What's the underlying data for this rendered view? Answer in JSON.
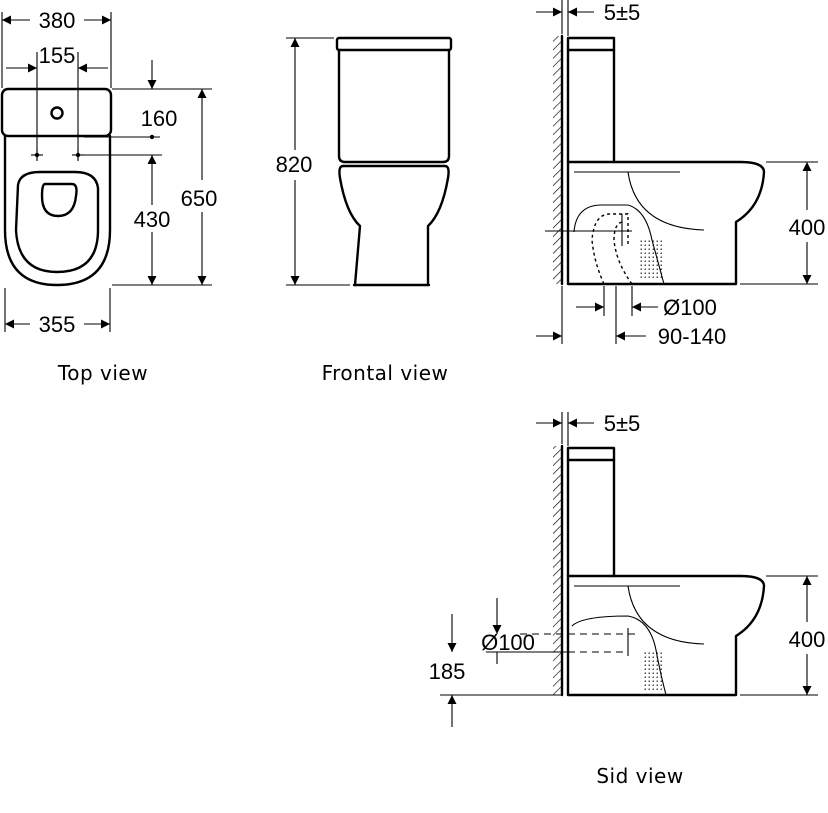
{
  "views": {
    "top": {
      "caption": "Top view",
      "dims": {
        "width_top": "380",
        "holes": "155",
        "hole_offset": "160",
        "hole_to_front": "430",
        "length": "650",
        "width_base": "355"
      }
    },
    "front": {
      "caption": "Frontal view",
      "dims": {
        "height": "820"
      }
    },
    "side_p": {
      "dims": {
        "gap": "5±5",
        "seat_height": "400",
        "outlet_dia": "Ø100",
        "outlet_dist": "90-140"
      }
    },
    "side_s": {
      "caption": "Sid view",
      "dims": {
        "gap": "5±5",
        "seat_height": "400",
        "outlet_dia": "Ø100",
        "outlet_height": "185"
      }
    }
  }
}
